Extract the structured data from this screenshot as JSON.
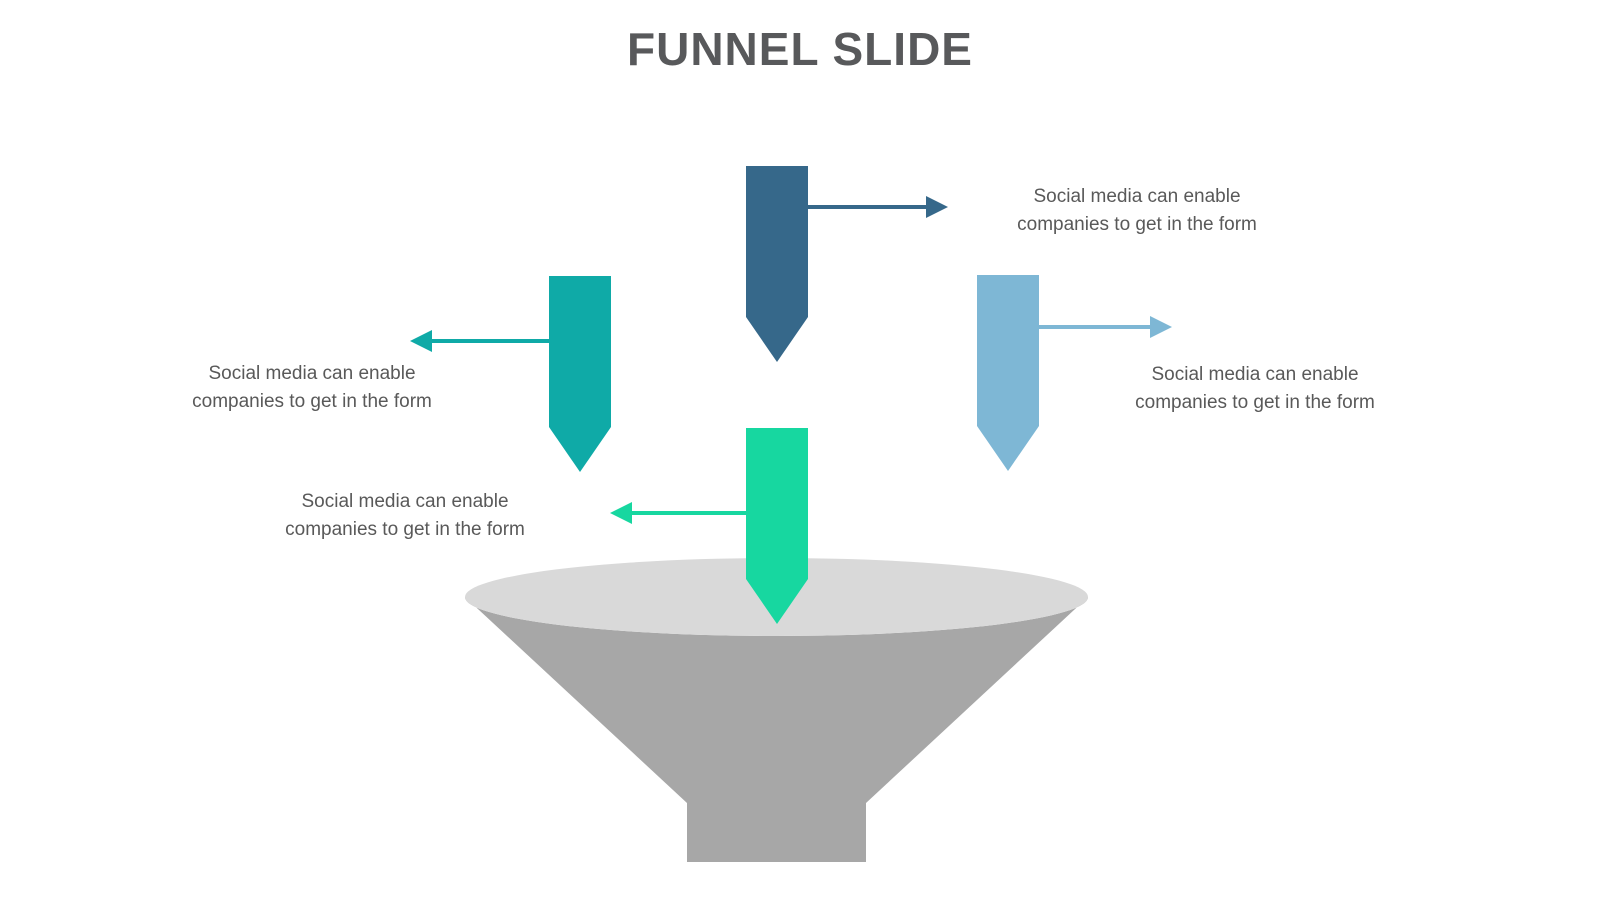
{
  "slide": {
    "title": "FUNNEL SLIDE"
  },
  "colors": {
    "arrow_top": "#36688A",
    "arrow_left": "#0FAAA7",
    "arrow_right": "#7EB7D5",
    "arrow_bottom": "#17D7A0",
    "funnel_top": "#D9D9D9",
    "funnel_body": "#A7A7A7",
    "title_text": "#58595B",
    "label_text": "#595959"
  },
  "labels": {
    "top_right": {
      "lines": [
        "Social media can enable",
        "companies to get in the form"
      ]
    },
    "left": {
      "lines": [
        "Social media can enable",
        "companies to get in the form"
      ]
    },
    "bottom_left": {
      "lines": [
        "Social media can enable",
        "companies to get in the form"
      ]
    },
    "right": {
      "lines": [
        "Social media can enable",
        "companies to get in the form"
      ]
    }
  },
  "diagram": {
    "type": "funnel",
    "items": [
      {
        "id": "top",
        "arrow_color": "#36688A",
        "callout_side": "right",
        "text": "Social media can enable companies to get in the form"
      },
      {
        "id": "left",
        "arrow_color": "#0FAAA7",
        "callout_side": "left",
        "text": "Social media can enable companies to get in the form"
      },
      {
        "id": "right",
        "arrow_color": "#7EB7D5",
        "callout_side": "right",
        "text": "Social media can enable companies to get in the form"
      },
      {
        "id": "bottom",
        "arrow_color": "#17D7A0",
        "callout_side": "left",
        "text": "Social media can enable companies to get in the form"
      }
    ]
  }
}
